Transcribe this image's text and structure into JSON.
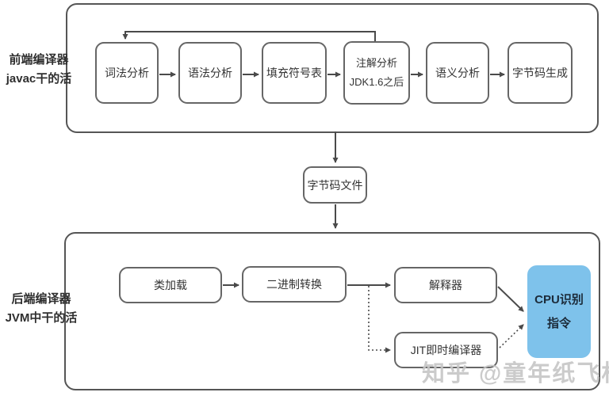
{
  "diagram": {
    "watermark": "知乎 @童年纸飞机",
    "colors": {
      "accent_blue": "#7ec2eb",
      "container_border": "#555555",
      "node_border": "#666666",
      "arrow": "#4a4a4a",
      "watermark_gray": "#c6c6c6"
    },
    "frontend": {
      "side_label": "前端编译器\njavac干的活",
      "nodes": [
        {
          "id": "lexical-analysis",
          "label": "词法分析"
        },
        {
          "id": "syntax-analysis",
          "label": "语法分析"
        },
        {
          "id": "fill-symbol-table",
          "label": "填充符号表"
        },
        {
          "id": "annotation-analysis",
          "label": "注解分析\nJDK1.6之后"
        },
        {
          "id": "semantic-analysis",
          "label": "语义分析"
        },
        {
          "id": "bytecode-generation",
          "label": "字节码生成"
        }
      ]
    },
    "bytecode_file": {
      "label": "字节码文件"
    },
    "backend": {
      "side_label": "后端编译器\nJVM中干的活",
      "nodes": [
        {
          "id": "class-loading",
          "label": "类加载"
        },
        {
          "id": "binary-conversion",
          "label": "二进制转换"
        },
        {
          "id": "interpreter",
          "label": "解释器"
        },
        {
          "id": "jit-compiler",
          "label": "JIT即时编译器"
        },
        {
          "id": "cpu-instructions",
          "label": "CPU识别\n指令"
        }
      ]
    }
  }
}
